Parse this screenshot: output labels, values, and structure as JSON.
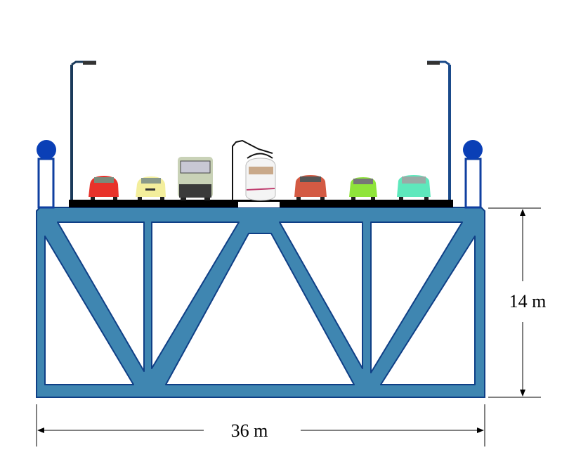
{
  "diagram": {
    "width_label": "36 m",
    "height_label": "14 m"
  },
  "colors": {
    "girder": "#3f86b1",
    "outline": "#0f3f86",
    "deck": "#000000",
    "railing_ball": "#0a3fb6"
  },
  "vehicles": [
    {
      "type": "car",
      "color": "#e8322a"
    },
    {
      "type": "car",
      "color": "#f3ee9c"
    },
    {
      "type": "truck",
      "color": "#c9d2b7"
    },
    {
      "type": "tram",
      "color": "#f4f4f4"
    },
    {
      "type": "car",
      "color": "#d35a43"
    },
    {
      "type": "car",
      "color": "#8fe43a"
    },
    {
      "type": "car",
      "color": "#5ee8bc"
    }
  ]
}
